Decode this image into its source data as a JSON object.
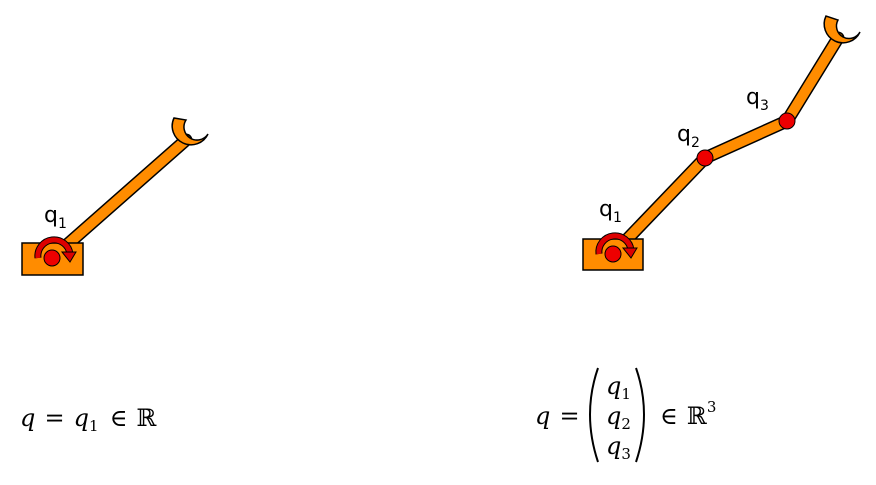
{
  "colors": {
    "link": "#ff8c00",
    "outline": "#000000",
    "joint": "#ee0000",
    "rotation_arrow": "#cc0000",
    "base": "#ff8c00"
  },
  "left_robot": {
    "joint_label": {
      "base": "q",
      "index": "1"
    },
    "equation": {
      "lhs": "q",
      "eq": "=",
      "var": "q",
      "var_index": "1",
      "in": "∈",
      "set": "ℝ"
    }
  },
  "right_robot": {
    "joint_labels": [
      {
        "base": "q",
        "index": "1"
      },
      {
        "base": "q",
        "index": "2"
      },
      {
        "base": "q",
        "index": "3"
      }
    ],
    "equation": {
      "lhs": "q",
      "eq": "=",
      "vector": [
        {
          "var": "q",
          "index": "1"
        },
        {
          "var": "q",
          "index": "2"
        },
        {
          "var": "q",
          "index": "3"
        }
      ],
      "in": "∈",
      "set": "ℝ",
      "exponent": "3"
    }
  }
}
